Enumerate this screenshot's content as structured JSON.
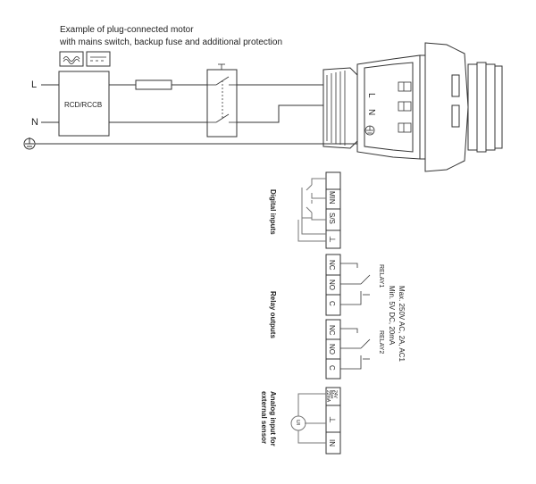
{
  "header": {
    "title_line1": "Example of plug-connected motor",
    "title_line2": "with mains switch, backup fuse and additional protection"
  },
  "mains": {
    "label_L": "L",
    "label_N": "N",
    "rcd_label": "RCD/RCCB",
    "plug_L": "L",
    "plug_N": "N"
  },
  "groups": {
    "digital_inputs": "Digital inputs",
    "relay_outputs": "Relay outputs",
    "analog_line1": "Analog input for",
    "analog_line2": "external sensor"
  },
  "terminals": {
    "min": "MIN",
    "ss": "S/S",
    "gnd": "⊥",
    "nc": "NC",
    "no": "NO",
    "c": "C",
    "v24_1": "24V",
    "v24_2": "Max",
    "v24_3": "22mA",
    "in": "IN"
  },
  "relays": {
    "relay1": "RELAY1",
    "relay2": "RELAY2"
  },
  "ratings": {
    "line1": "Max. 250V AC, 2A, AC1",
    "line2": "Min. 5V DC, 20mA"
  },
  "sensor": {
    "symbol": "U/I"
  }
}
